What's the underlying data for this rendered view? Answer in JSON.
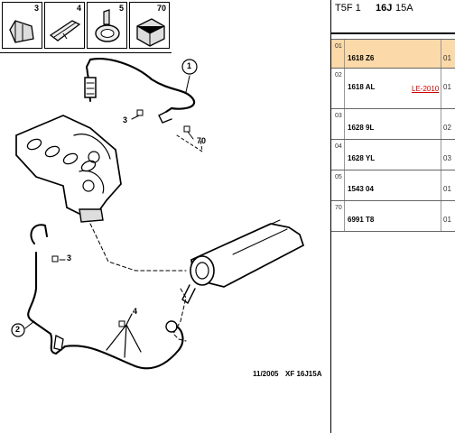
{
  "thumbnails": [
    {
      "label": "3",
      "icon": "clip-icon"
    },
    {
      "label": "4",
      "icon": "bracket-icon"
    },
    {
      "label": "5",
      "icon": "gasket-icon"
    },
    {
      "label": "70",
      "icon": "connector-icon"
    }
  ],
  "callouts": {
    "c1": "1",
    "c2": "2",
    "c3": "3",
    "c4": "4",
    "c70": "70"
  },
  "footer": {
    "date": "11/2005",
    "code": "XF 16J15A"
  },
  "header": {
    "part_a": "T5F 1",
    "part_b": "16J",
    "part_c": "15A"
  },
  "rows": [
    {
      "idx": "01",
      "ref": "1618 Z6",
      "qty": "01",
      "note": ""
    },
    {
      "idx": "02",
      "ref": "1618 AL",
      "qty": "01",
      "note": "LE-2010"
    },
    {
      "idx": "03",
      "ref": "1628 9L",
      "qty": "02",
      "note": ""
    },
    {
      "idx": "04",
      "ref": "1628 YL",
      "qty": "03",
      "note": ""
    },
    {
      "idx": "05",
      "ref": "1543 04",
      "qty": "01",
      "note": ""
    },
    {
      "idx": "70",
      "ref": "6991 T8",
      "qty": "01",
      "note": ""
    }
  ],
  "colors": {
    "selected_row": "#fbd9a8",
    "note": "#cc0000"
  }
}
